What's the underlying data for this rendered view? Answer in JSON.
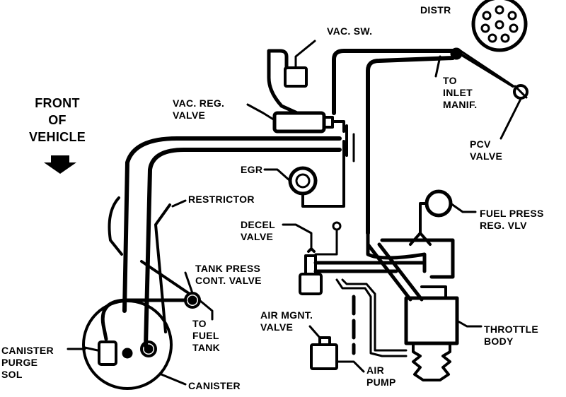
{
  "diagram": {
    "line_color": "#000000",
    "background": "#ffffff",
    "labels": {
      "distributor": "DISTR",
      "vac_switch": "VAC. SW.",
      "vac_reg_valve": [
        "VAC. REG.",
        "VALVE"
      ],
      "to_inlet_manifold": [
        "TO",
        "INLET",
        "MANIF."
      ],
      "pcv_valve": [
        "PCV",
        "VALVE"
      ],
      "front_of_vehicle": [
        "FRONT",
        "OF",
        "VEHICLE"
      ],
      "egr": "EGR",
      "restrictor": "RESTRICTOR",
      "fuel_press_reg": [
        "FUEL PRESS",
        "REG. VLV"
      ],
      "decel_valve": [
        "DECEL",
        "VALVE"
      ],
      "tank_press_cont_valve": [
        "TANK PRESS",
        "CONT. VALVE"
      ],
      "to_fuel_tank": [
        "TO",
        "FUEL",
        "TANK"
      ],
      "air_mgnt_valve": [
        "AIR MGNT.",
        "VALVE"
      ],
      "throttle_body": [
        "THROTTLE",
        "BODY"
      ],
      "canister_purge_sol": [
        "CANISTER",
        "PURGE",
        "SOL"
      ],
      "canister": "CANISTER",
      "air_pump": [
        "AIR",
        "PUMP"
      ]
    }
  }
}
